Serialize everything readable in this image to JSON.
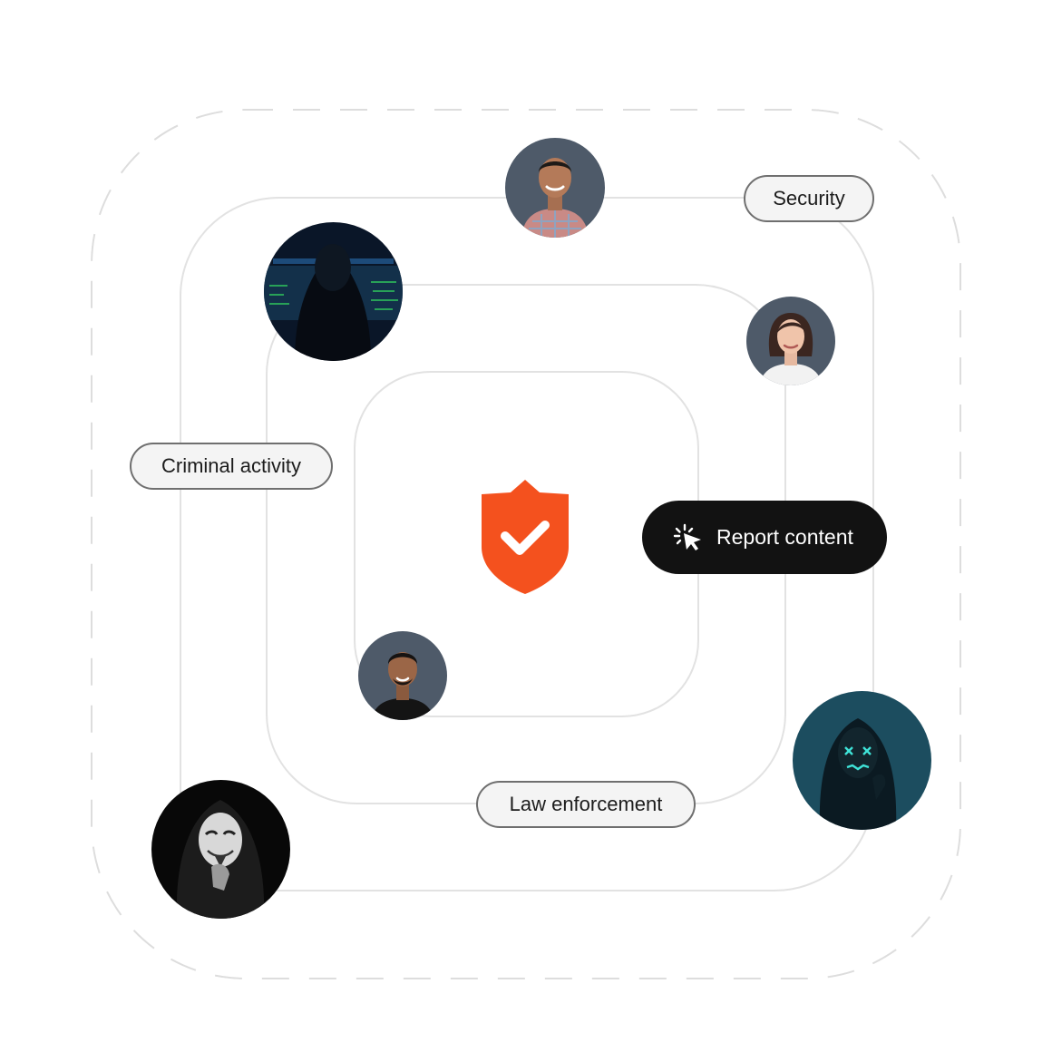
{
  "labels": {
    "security": "Security",
    "criminal_activity": "Criminal activity",
    "law_enforcement": "Law enforcement",
    "report_content": "Report content"
  },
  "icons": {
    "center": "shield-check-icon",
    "report": "cursor-click-icon"
  },
  "colors": {
    "accent": "#f4511e",
    "button_bg": "#121212",
    "pill_bg": "#f4f4f4",
    "pill_border": "#6f6f6f",
    "ring": "#e2e2e2",
    "avatar_bg": "#4e5a69"
  },
  "avatars": [
    {
      "id": "man-striped-shirt"
    },
    {
      "id": "woman-dark-hair"
    },
    {
      "id": "man-black-shirt"
    },
    {
      "id": "hooded-hacker-screens"
    },
    {
      "id": "neon-mask-hooded-figure"
    },
    {
      "id": "guy-fawkes-mask-figure"
    }
  ]
}
